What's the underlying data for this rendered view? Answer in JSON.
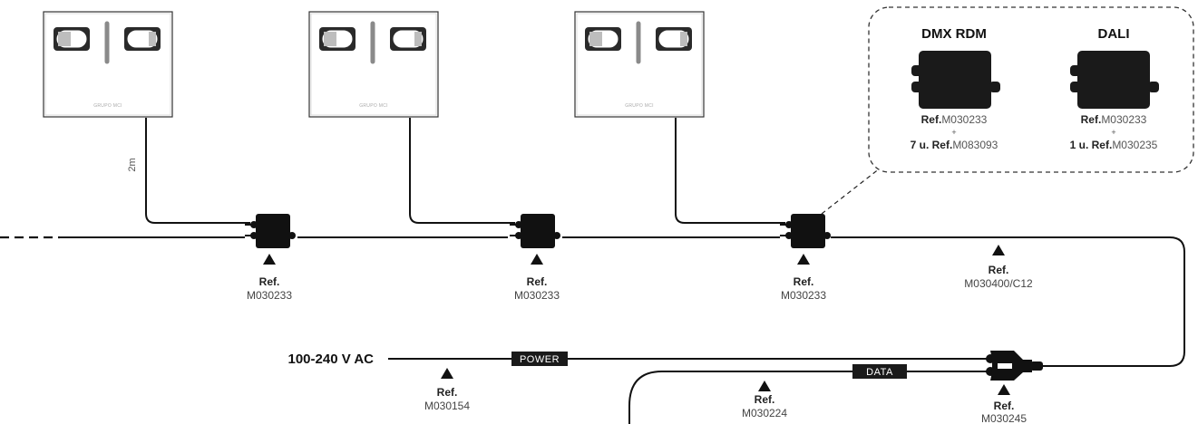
{
  "panels": [
    {
      "brand": "GRUPO MCI"
    },
    {
      "brand": "GRUPO MCI"
    },
    {
      "brand": "GRUPO MCI"
    }
  ],
  "cable_length": "2m",
  "splitters": [
    {
      "ref_label": "Ref.",
      "ref_code": "M030233"
    },
    {
      "ref_label": "Ref.",
      "ref_code": "M030233"
    },
    {
      "ref_label": "Ref.",
      "ref_code": "M030233"
    }
  ],
  "bus_cable": {
    "ref_label": "Ref.",
    "ref_code": "M030400/C12"
  },
  "detail_box": {
    "options": [
      {
        "title": "DMX RDM",
        "line1_bold": "Ref.",
        "line1_code": "M030233",
        "plus": "+",
        "line2_bold": "7 u. Ref.",
        "line2_code": "M083093"
      },
      {
        "title": "DALI",
        "line1_bold": "Ref.",
        "line1_code": "M030233",
        "plus": "+",
        "line2_bold": "1 u. Ref.",
        "line2_code": "M030235"
      }
    ]
  },
  "power_input": {
    "voltage": "100-240 V AC",
    "tag": "POWER",
    "ref_label": "Ref.",
    "ref_code": "M030154"
  },
  "data_input": {
    "tag": "DATA",
    "ref_label": "Ref.",
    "ref_code": "M030224"
  },
  "merger": {
    "ref_label": "Ref.",
    "ref_code": "M030245"
  }
}
